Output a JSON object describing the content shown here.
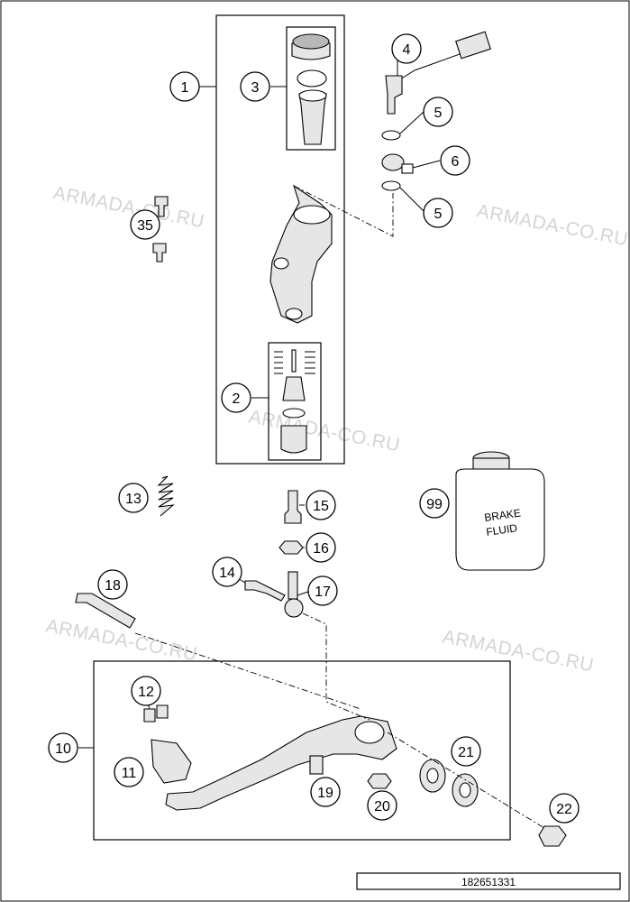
{
  "watermark_text": "ARMADA-CO.RU",
  "callouts": [
    {
      "id": "c1",
      "label": "1"
    },
    {
      "id": "c2",
      "label": "2"
    },
    {
      "id": "c3",
      "label": "3"
    },
    {
      "id": "c4",
      "label": "4"
    },
    {
      "id": "c5a",
      "label": "5"
    },
    {
      "id": "c5b",
      "label": "5"
    },
    {
      "id": "c6",
      "label": "6"
    },
    {
      "id": "c10",
      "label": "10"
    },
    {
      "id": "c11",
      "label": "11"
    },
    {
      "id": "c12",
      "label": "12"
    },
    {
      "id": "c13",
      "label": "13"
    },
    {
      "id": "c14",
      "label": "14"
    },
    {
      "id": "c15",
      "label": "15"
    },
    {
      "id": "c16",
      "label": "16"
    },
    {
      "id": "c17",
      "label": "17"
    },
    {
      "id": "c18",
      "label": "18"
    },
    {
      "id": "c19",
      "label": "19"
    },
    {
      "id": "c20",
      "label": "20"
    },
    {
      "id": "c21",
      "label": "21"
    },
    {
      "id": "c22",
      "label": "22"
    },
    {
      "id": "c35",
      "label": "35"
    },
    {
      "id": "c99",
      "label": "99"
    }
  ],
  "can_label": {
    "line1": "BRAKE",
    "line2": "FLUID"
  },
  "document_number": "182651331"
}
